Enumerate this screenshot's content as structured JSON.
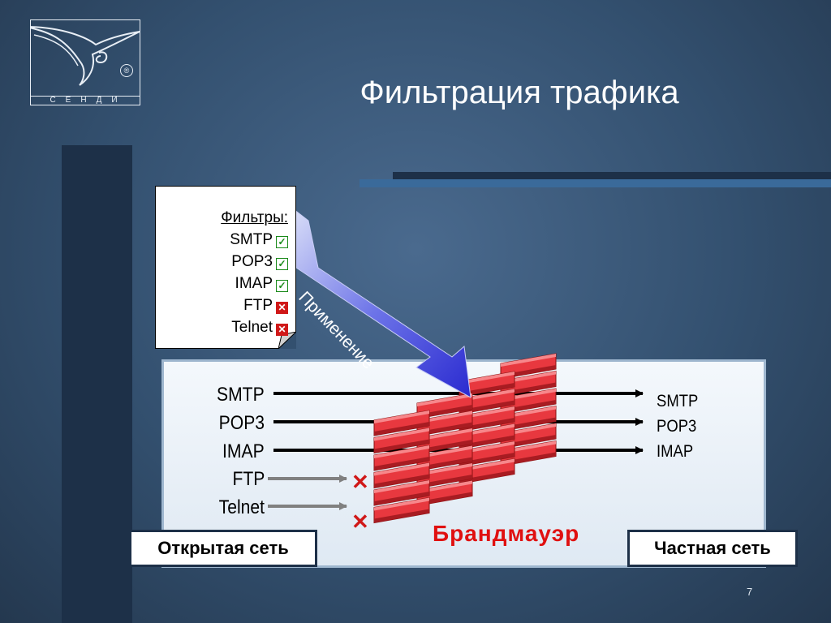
{
  "slide": {
    "title": "Фильтрация трафика",
    "page_number": "7",
    "logo_text": "СЕНДИ",
    "logo_mark": "®"
  },
  "filters": {
    "title": "Фильтры:",
    "items": [
      {
        "label": "SMTP",
        "status": "allowed"
      },
      {
        "label": "POP3",
        "status": "allowed"
      },
      {
        "label": "IMAP",
        "status": "allowed"
      },
      {
        "label": "FTP",
        "status": "blocked"
      },
      {
        "label": "Telnet",
        "status": "blocked"
      }
    ]
  },
  "apply_arrow_label": "Применение",
  "incoming": [
    "SMTP",
    "POP3",
    "IMAP",
    "FTP",
    "Telnet"
  ],
  "outgoing": [
    "SMTP",
    "POP3",
    "IMAP"
  ],
  "firewall_label": "Брандмауэр",
  "open_network_label": "Открытая сеть",
  "private_network_label": "Частная сеть",
  "colors": {
    "brick": "#e8383f",
    "blocked": "#d01818",
    "allowed": "#1a8a1a",
    "arrow": "#3a3ad8"
  }
}
